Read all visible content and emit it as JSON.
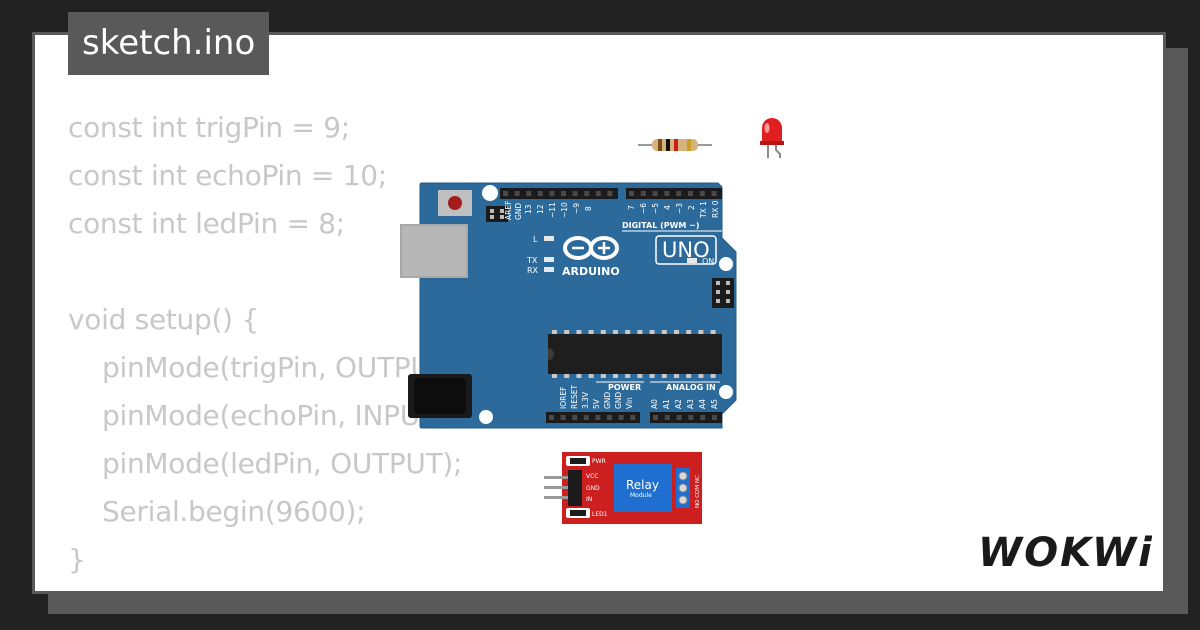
{
  "file_tab": {
    "label": "sketch.ino"
  },
  "code": {
    "lines": [
      "const int trigPin = 9;",
      "const int echoPin = 10;",
      "const int ledPin = 8;",
      "",
      "void setup() {",
      "pinMode(trigPin, OUTPUT);",
      "pinMode(echoPin, INPUT);",
      "pinMode(ledPin, OUTPUT);",
      "Serial.begin(9600);",
      "}"
    ]
  },
  "arduino": {
    "aref": "AREF",
    "gnd": "GND",
    "pin13": "13",
    "pin12": "12",
    "pin11": "~11",
    "pin10": "~10",
    "pin9": "~9",
    "pin8": "8",
    "pin7": "7",
    "pin6": "~6",
    "pin5": "~5",
    "pin4": "4",
    "pin3": "~3",
    "pin2": "2",
    "tx1": "TX 1",
    "rx0": "RX 0",
    "digital_label": "DIGITAL (PWM ~)",
    "led_l": "L",
    "tx": "TX",
    "rx": "RX",
    "on": "ON",
    "brand": "ARDUINO",
    "model": "UNO",
    "ioref": "IOREF",
    "reset": "RESET",
    "v33": "3.3V",
    "v5": "5V",
    "gnd1": "GND",
    "gnd2": "GND",
    "vin": "Vin",
    "power_label": "POWER",
    "analog_label": "ANALOG IN",
    "a0": "A0",
    "a1": "A1",
    "a2": "A2",
    "a3": "A3",
    "a4": "A4",
    "a5": "A5"
  },
  "relay": {
    "title": "Relay",
    "subtitle": "Module",
    "pwr": "PWR",
    "vcc": "VCC",
    "gnd": "GND",
    "in": "IN",
    "led1": "LED1",
    "terminals": "NO COM NC"
  },
  "brand": {
    "logo": "WOKWi"
  },
  "colors": {
    "background": "#222222",
    "card": "#ffffff",
    "frame": "#595959",
    "code_text": "#c8c8c8",
    "board": "#2b6a9b",
    "relay": "#cc1f1f",
    "led": "#e02020"
  }
}
